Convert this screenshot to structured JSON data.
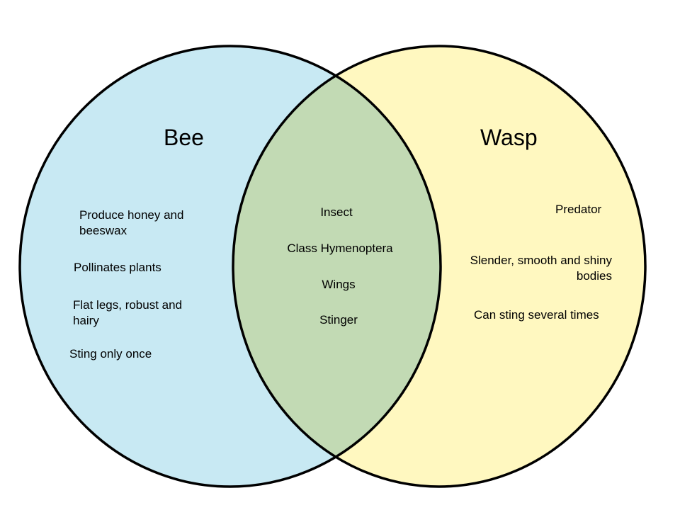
{
  "colors": {
    "left": "#c8e9f3",
    "right": "#fff8c0",
    "overlap": "#c2dab4",
    "stroke": "#000000"
  },
  "left": {
    "title": "Bee",
    "items": [
      "Produce honey and beeswax",
      "Pollinates plants",
      "Flat legs, robust and hairy",
      "Sting only once"
    ]
  },
  "center": {
    "items": [
      "Insect",
      "Class Hymenoptera",
      "Wings",
      "Stinger"
    ]
  },
  "right": {
    "title": "Wasp",
    "items": [
      "Predator",
      "Slender,  smooth and shiny bodies",
      "Can sting several times"
    ]
  }
}
